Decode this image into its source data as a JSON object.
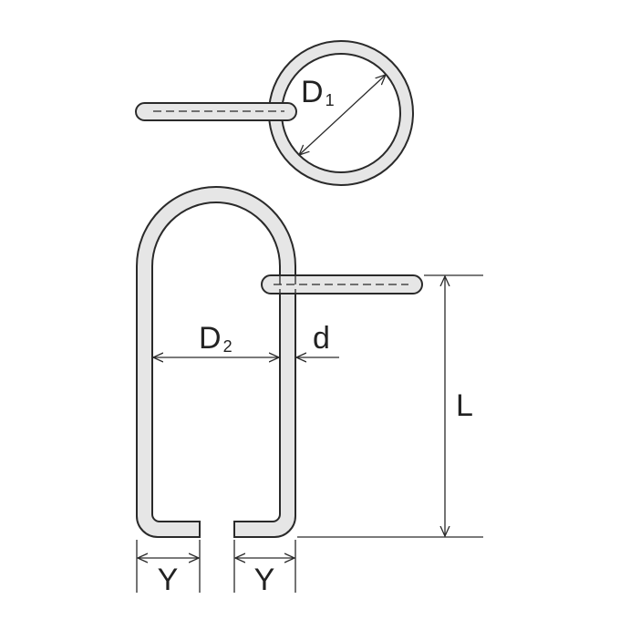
{
  "labels": {
    "d1_main": "D",
    "d1_sub": "1",
    "d2_main": "D",
    "d2_sub": "2",
    "wire_d": "d",
    "length": "L",
    "leg_left": "Y",
    "leg_right": "Y"
  },
  "colors": {
    "line": "#2a2a2a",
    "fill": "#e6e6e6",
    "background": "#ffffff"
  }
}
